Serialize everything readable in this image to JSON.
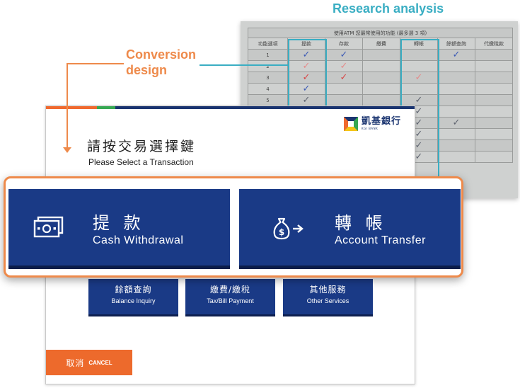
{
  "labels": {
    "research": "Research analysis",
    "conversion_line1": "Conversion",
    "conversion_line2": "design"
  },
  "colors": {
    "research_accent": "#3aaec3",
    "conversion_accent": "#ee8a4b",
    "button_navy": "#1a3a86",
    "cancel_orange": "#ed6a2c"
  },
  "survey": {
    "title": "使用ATM 您最常使用的功能 (最多選 3 項)",
    "headers": [
      "功能選項",
      "提款",
      "存款",
      "繳費",
      "轉帳",
      "餘額查詢",
      "代繳稅款"
    ],
    "rows": [
      "1",
      "2",
      "3",
      "4",
      "5",
      "",
      "",
      "",
      "",
      ""
    ]
  },
  "atm": {
    "logo_cn": "凱基銀行",
    "logo_en": "KGI BANK",
    "prompt_cn": "請按交易選擇鍵",
    "prompt_en": "Please Select a Transaction",
    "primary": [
      {
        "cn": "提 款",
        "en": "Cash Withdrawal",
        "icon": "cash-icon"
      },
      {
        "cn": "轉 帳",
        "en": "Account Transfer",
        "icon": "money-bag-transfer-icon"
      }
    ],
    "secondary": [
      {
        "cn": "餘額查詢",
        "en": "Balance Inquiry"
      },
      {
        "cn": "繳費/繳稅",
        "en": "Tax/Bill Payment"
      },
      {
        "cn": "其他服務",
        "en": "Other Services"
      }
    ],
    "cancel_cn": "取消",
    "cancel_en": "CANCEL"
  }
}
